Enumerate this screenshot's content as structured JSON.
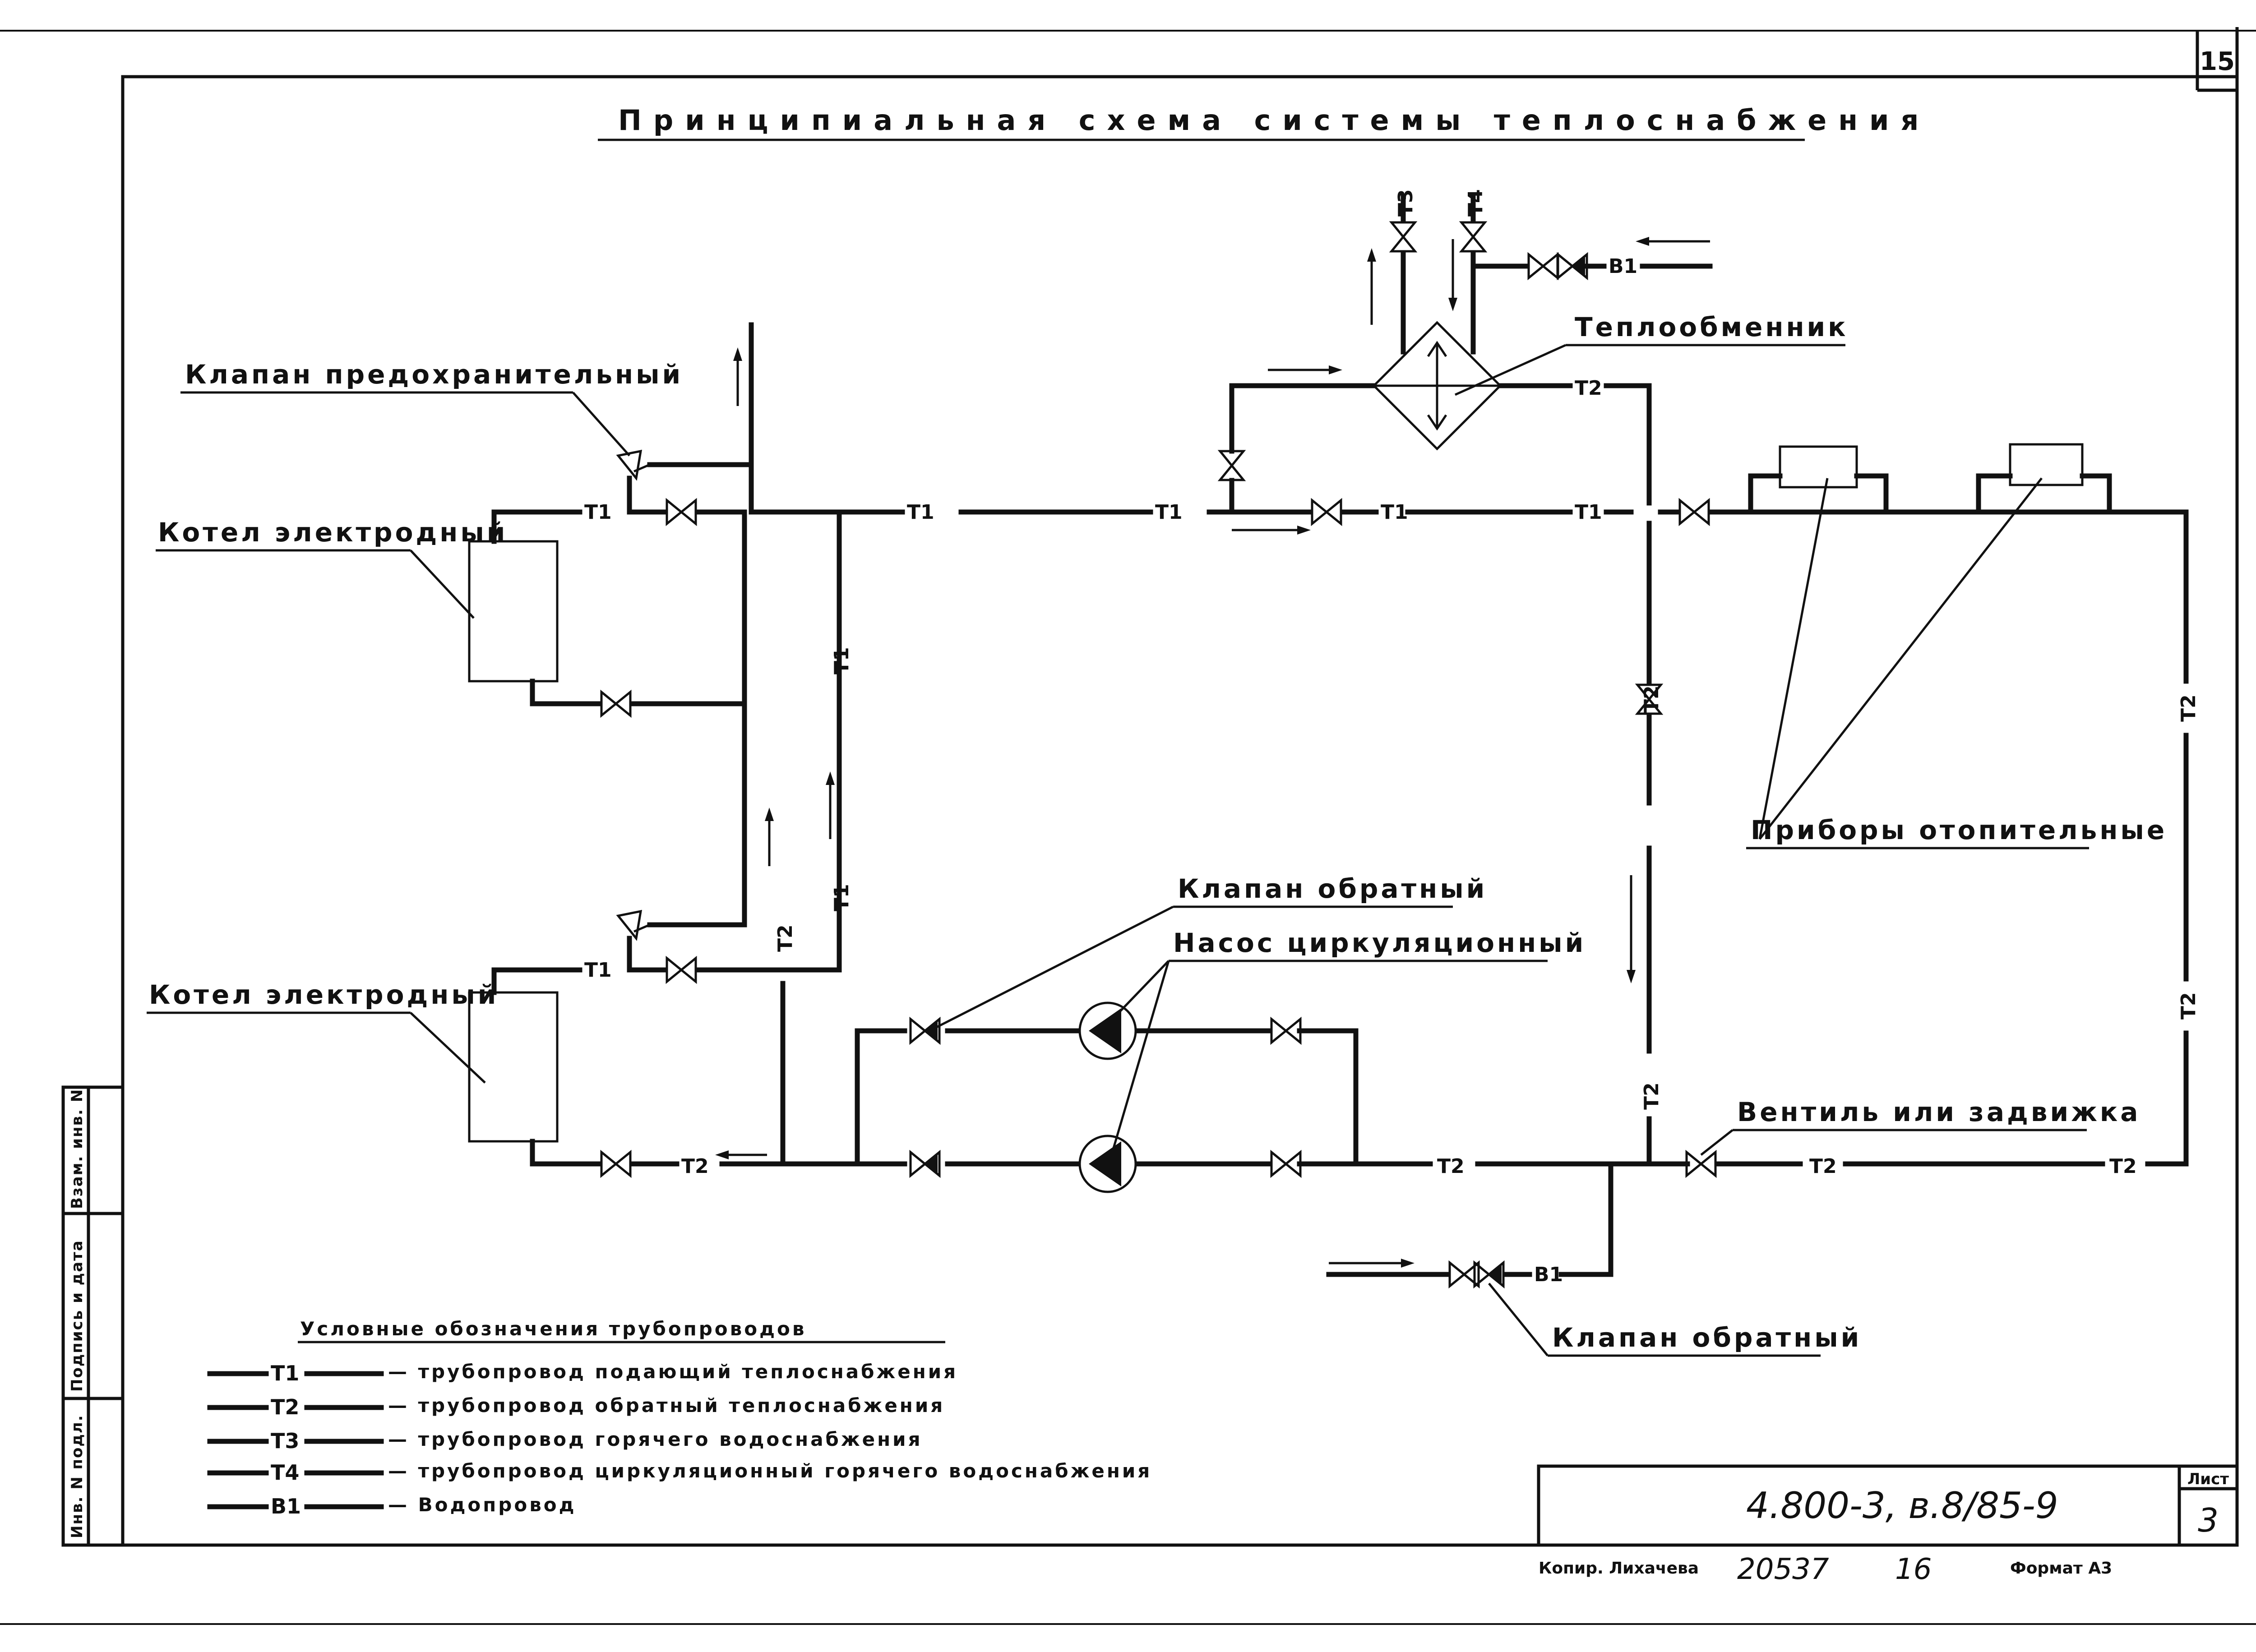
{
  "sheet_number_corner": "15",
  "title": "Принципиальная схема системы теплоснабжения",
  "labels": {
    "safety_valve": "Клапан предохранительный",
    "boiler_1": "Котел электродный",
    "boiler_2": "Котел электродный",
    "heat_exchanger": "Теплообменник",
    "heating_devices": "Приборы отопительные",
    "check_valve_top": "Клапан обратный",
    "circulation_pump": "Насос циркуляционный",
    "gate_valve": "Вентиль или задвижка",
    "check_valve_bottom": "Клапан обратный"
  },
  "pipe_labels": {
    "t1": "T1",
    "t2": "T2",
    "t3": "T3",
    "t4": "T4",
    "b1": "B1"
  },
  "legend": {
    "title": "Условные обозначения трубопроводов",
    "items": [
      {
        "code": "T1",
        "desc": "— трубопровод подающий теплоснабжения"
      },
      {
        "code": "T2",
        "desc": "— трубопровод обратный теплоснабжения"
      },
      {
        "code": "T3",
        "desc": "— трубопровод горячего водоснабжения"
      },
      {
        "code": "T4",
        "desc": "— трубопровод циркуляционный горячего водоснабжения"
      },
      {
        "code": "B1",
        "desc": "— Водопровод"
      }
    ]
  },
  "left_stamp": [
    "Инв. N подл.",
    "Подпись и дата",
    "Взам. инв. N"
  ],
  "stamp": {
    "document_code": "4.800-3, в.8/85-9",
    "sheet_label": "Лист",
    "sheet_number": "3"
  },
  "footer": {
    "copied_by": "Копир. Лихачева",
    "order_number": "20537",
    "page_number": "16",
    "format": "Формат А3"
  }
}
